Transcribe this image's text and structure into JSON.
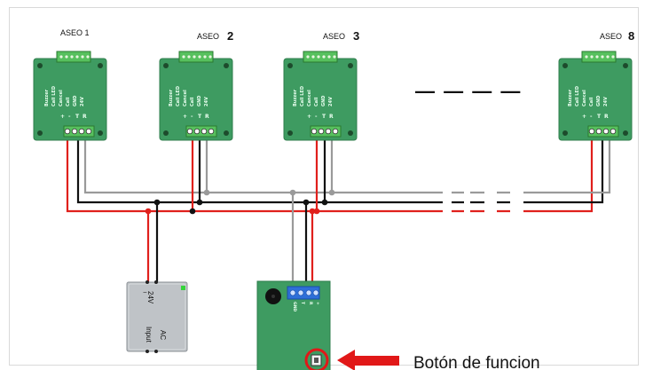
{
  "modules": [
    {
      "id": "m1",
      "label": "ASEO 1",
      "prefix": "ASEO",
      "num": "1"
    },
    {
      "id": "m2",
      "label": "ASEO 2",
      "prefix": "ASEO",
      "num": "2"
    },
    {
      "id": "m3",
      "label": "ASEO 3",
      "prefix": "ASEO",
      "num": "3"
    },
    {
      "id": "m8",
      "label": "ASEO 8",
      "prefix": "ASEO",
      "num": "8"
    }
  ],
  "module_board": {
    "terminal_labels": [
      "Buzzer",
      "Call LED",
      "Cancel",
      "Call",
      "GND",
      "24V"
    ],
    "bottom_pin_labels": [
      "+",
      "-",
      "T",
      "R"
    ]
  },
  "power_supply": {
    "voltage": "24V",
    "input_line1": "AC",
    "input_line2": "Input"
  },
  "controller": {
    "pin_labels": [
      "GND",
      "T",
      "R",
      "+"
    ]
  },
  "annotation": {
    "text": "Botón de funcion"
  },
  "ellipsis": "— — — —",
  "colors": {
    "pcb": "#3e9b61",
    "pcb_dark": "#2f7d4c",
    "red_wire": "#e0201c",
    "black_wire": "#111111",
    "gray_wire": "#9a9a9a",
    "arrow": "#e11818",
    "terminal_blue": "#2e6fd8"
  }
}
